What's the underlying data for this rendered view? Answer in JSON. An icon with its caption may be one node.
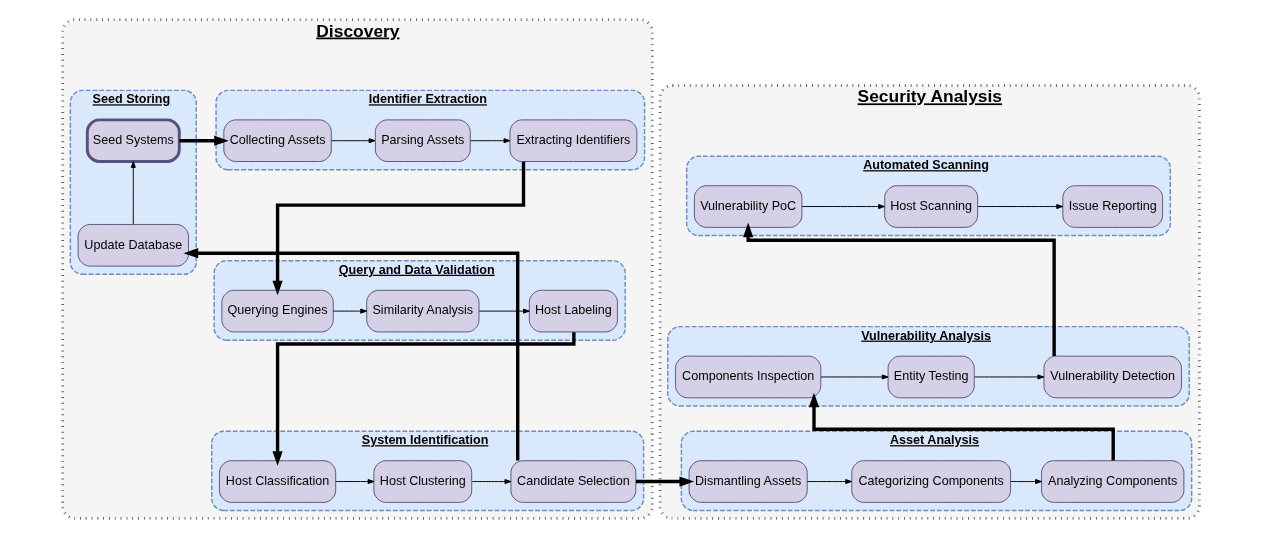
{
  "diagram": {
    "nodes": [
      {
        "text": [
          "Discovery"
        ]
      },
      {
        "text": [
          "Seed Storing"
        ],
        "in": 0
      },
      {
        "text": [
          "Seed Systems"
        ],
        "in": 1
      },
      {
        "text": [
          "Update Database"
        ],
        "in": 1
      },
      {
        "text": [
          "Identifier Extraction"
        ],
        "in": 0
      },
      {
        "text": [
          "Collecting Assets"
        ],
        "in": 4
      },
      {
        "text": [
          "Parsing Assets"
        ],
        "in": 4
      },
      {
        "text": [
          "Extracting Identifiers"
        ],
        "in": 4
      },
      {
        "text": [
          "Query and Data Validation"
        ],
        "in": 0
      },
      {
        "text": [
          "Querying Engines"
        ],
        "in": 8
      },
      {
        "text": [
          "Similarity Analysis"
        ],
        "in": 8
      },
      {
        "text": [
          "Host Labeling"
        ],
        "in": 8
      },
      {
        "text": [
          "System Identification"
        ],
        "in": 0
      },
      {
        "text": [
          "Host Classification"
        ],
        "in": 12
      },
      {
        "text": [
          "Host Clustering"
        ],
        "in": 12
      },
      {
        "text": [
          "Candidate Selection"
        ],
        "in": 12
      },
      {
        "text": [
          "Security Analysis"
        ]
      },
      {
        "text": [
          "Automated Scanning"
        ],
        "in": 16
      },
      {
        "text": [
          "Vulnerability PoC"
        ],
        "in": 17
      },
      {
        "text": [
          "Host Scanning"
        ],
        "in": 17
      },
      {
        "text": [
          "Issue Reporting"
        ],
        "in": 17
      },
      {
        "text": [
          "Vulnerability Analysis"
        ],
        "in": 16
      },
      {
        "text": [
          "Components Inspection"
        ],
        "in": 21
      },
      {
        "text": [
          "Entity Testing"
        ],
        "in": 21
      },
      {
        "text": [
          "Vulnerability Detection"
        ],
        "in": 21
      },
      {
        "text": [
          "Asset Analysis"
        ],
        "in": 16
      },
      {
        "text": [
          "Dismantling Assets"
        ],
        "in": 25
      },
      {
        "text": [
          "Categorizing Components"
        ],
        "in": 25
      },
      {
        "text": [
          "Analyzing Components"
        ],
        "in": 25
      }
    ],
    "edges": [
      {
        "from": 3,
        "to": 2,
        "arrow": "to"
      },
      {
        "from": 2,
        "to": 5,
        "arrow": "to",
        "style": "thick"
      },
      {
        "from": 5,
        "to": 6,
        "arrow": "to"
      },
      {
        "from": 6,
        "to": 7,
        "arrow": "to"
      },
      {
        "from": 7,
        "to": 9,
        "arrow": "to",
        "style": "thick"
      },
      {
        "from": 9,
        "to": 10,
        "arrow": "to"
      },
      {
        "from": 10,
        "to": 11,
        "arrow": "to"
      },
      {
        "from": 11,
        "to": 13,
        "arrow": "to",
        "style": "thick"
      },
      {
        "from": 13,
        "to": 14,
        "arrow": "to"
      },
      {
        "from": 14,
        "to": 15,
        "arrow": "to"
      },
      {
        "from": 15,
        "to": 3,
        "arrow": "to",
        "style": "thick"
      },
      {
        "from": 15,
        "to": 26,
        "arrow": "to",
        "style": "thick"
      },
      {
        "from": 26,
        "to": 27,
        "arrow": "to"
      },
      {
        "from": 27,
        "to": 28,
        "arrow": "to"
      },
      {
        "from": 28,
        "to": 22,
        "arrow": "to",
        "style": "thick"
      },
      {
        "from": 22,
        "to": 23,
        "arrow": "to"
      },
      {
        "from": 23,
        "to": 24,
        "arrow": "to"
      },
      {
        "from": 24,
        "to": 18,
        "arrow": "to",
        "style": "thick"
      },
      {
        "from": 18,
        "to": 19,
        "arrow": "to"
      },
      {
        "from": 19,
        "to": 20,
        "arrow": "to"
      }
    ]
  }
}
